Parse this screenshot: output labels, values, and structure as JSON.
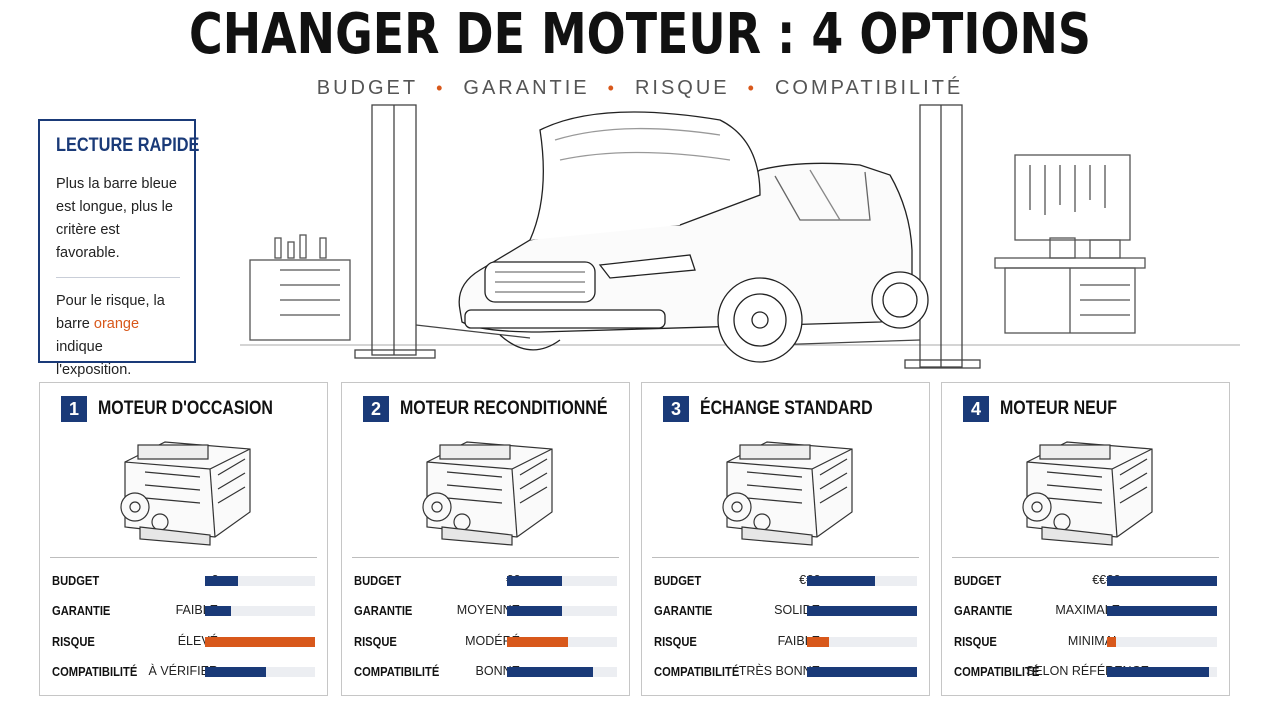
{
  "header": {
    "title": "CHANGER DE MOTEUR : 4 OPTIONS",
    "subtitle_items": [
      "BUDGET",
      "GARANTIE",
      "RISQUE",
      "COMPATIBILITÉ"
    ]
  },
  "legend": {
    "title": "LECTURE RAPIDE",
    "text1": "Plus la barre bleue est longue, plus le critère est favorable.",
    "text2_before": "Pour le risque, la barre ",
    "text2_highlight": "orange",
    "text2_after": " indique l'exposition."
  },
  "colors": {
    "blue": "#1a3a78",
    "orange": "#d8581b",
    "track": "#eceef2"
  },
  "criteria_labels": [
    "BUDGET",
    "GARANTIE",
    "RISQUE",
    "COMPATIBILITÉ"
  ],
  "options": [
    {
      "number": "1",
      "title": "MOTEUR D'OCCASION",
      "values": [
        "€",
        "FAIBLE",
        "ÉLEVÉ",
        "À VÉRIFIER"
      ],
      "levels": [
        0.3,
        0.24,
        1.0,
        0.55
      ]
    },
    {
      "number": "2",
      "title": "MOTEUR RECONDITIONNÉ",
      "values": [
        "€€",
        "MOYENNE",
        "MODÉRÉ",
        "BONNE"
      ],
      "levels": [
        0.5,
        0.5,
        0.55,
        0.78
      ]
    },
    {
      "number": "3",
      "title": "ÉCHANGE STANDARD",
      "values": [
        "€€€",
        "SOLIDE",
        "FAIBLE",
        "TRÈS BONNE"
      ],
      "levels": [
        0.62,
        1.0,
        0.2,
        1.0
      ]
    },
    {
      "number": "4",
      "title": "MOTEUR NEUF",
      "values": [
        "€€€€",
        "MAXIMALE",
        "MINIMAL",
        "SELON RÉFÉRENCE"
      ],
      "levels": [
        1.0,
        1.0,
        0.08,
        0.93
      ]
    }
  ]
}
